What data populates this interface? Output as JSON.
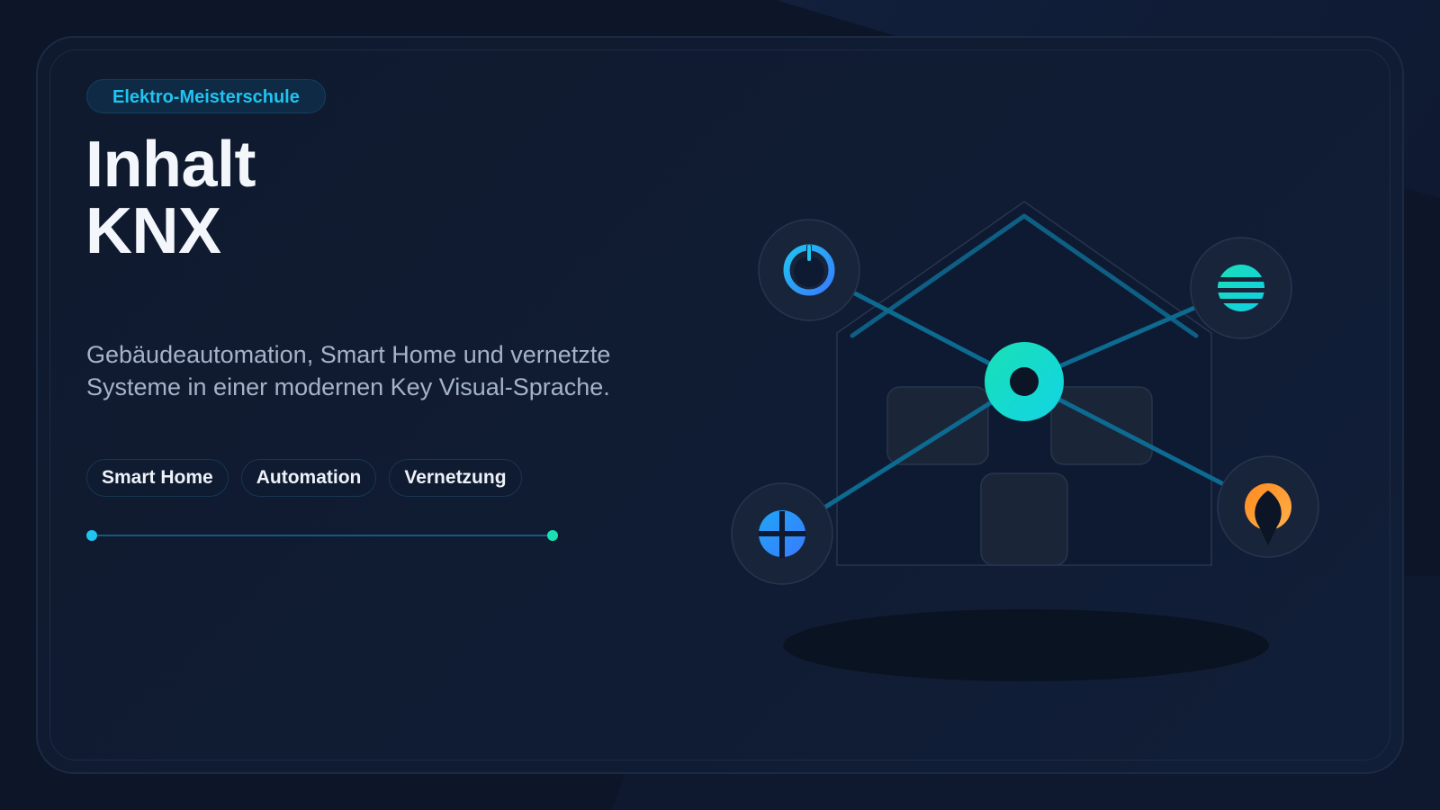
{
  "badge": {
    "label": "Elektro-Meisterschule"
  },
  "title": {
    "line1": "Inhalt",
    "line2": "KNX"
  },
  "subtitle": {
    "line1": "Gebäudeautomation, Smart Home und vernetzte",
    "line2": "Systeme in einer modernen Key Visual-Sprache."
  },
  "tags": [
    "Smart Home",
    "Automation",
    "Vernetzung"
  ],
  "colors": {
    "background": "#0d1628",
    "accent_cyan": "#1fc4f0",
    "accent_teal": "#19e0b5",
    "accent_blue": "#2b8cff",
    "accent_orange": "#ff9f3a",
    "connector": "#0d6a91"
  },
  "diagram": {
    "hub_icon": "knx-hub-icon",
    "nodes": [
      {
        "name": "power-icon",
        "color": "#2b9cff"
      },
      {
        "name": "menu-lines-icon",
        "color": "#19e0c5"
      },
      {
        "name": "plus-icon",
        "color": "#2b8cff"
      },
      {
        "name": "flame-icon",
        "color": "#ff9f3a"
      }
    ]
  }
}
